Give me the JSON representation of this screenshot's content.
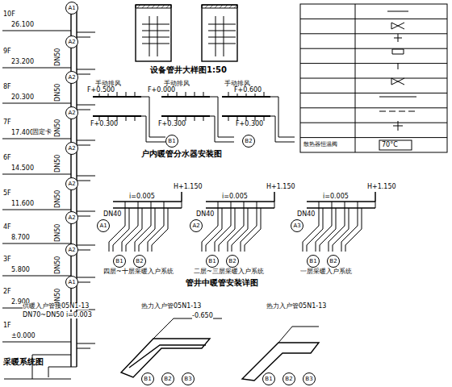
{
  "diagram": {
    "labels": [
      "10F",
      "26.100",
      "9F",
      "23.200",
      "8F",
      "20.300",
      "7F",
      "17.400",
      "6F",
      "14.500",
      "5F",
      "11.600",
      "4F",
      "8.700",
      "3F",
      "5.800",
      "2F",
      "2.900",
      "1F",
      "±0.000",
      "A1",
      "A2",
      "A2",
      "A2",
      "A2",
      "A2",
      "A2",
      "A2",
      "A1",
      "DN50",
      "DN50",
      "DN50",
      "DN50",
      "DN50",
      "DN50",
      "DN50",
      "DN50",
      "固定卡",
      "供暖入户管接05N1-13",
      "DN70~DN50 i=0.003",
      "采暖系统图",
      "设备管井大样图1:50",
      "手动排风",
      "手动排风",
      "手动排风",
      "F+0.500",
      "F+0.300",
      "F+0.000",
      "F+0.300",
      "F+0.600",
      "F+0.300",
      "B1",
      "B2",
      "户内暖管分水器安装图",
      "H+1.150",
      "H+1.150",
      "H+1.150",
      "i=0.005",
      "i=0.005",
      "i=0.005",
      "DN40",
      "DN40",
      "DN40",
      "A1",
      "A2",
      "A3",
      "B1",
      "B2",
      "B1",
      "B2",
      "B1",
      "B2",
      "四层~十层采暖入户系统",
      "二层~三层采暖入户系统",
      "一层采暖入户系统",
      "管井中暖管安装详图",
      "热力入户管05N1-13",
      "热力入户管05N1-13",
      "-0.650",
      "B1",
      "B2",
      "B3",
      "B1",
      "B2",
      "B3",
      "70°C"
    ],
    "legend": [
      {
        "text": "散热器恒温阀"
      }
    ]
  }
}
